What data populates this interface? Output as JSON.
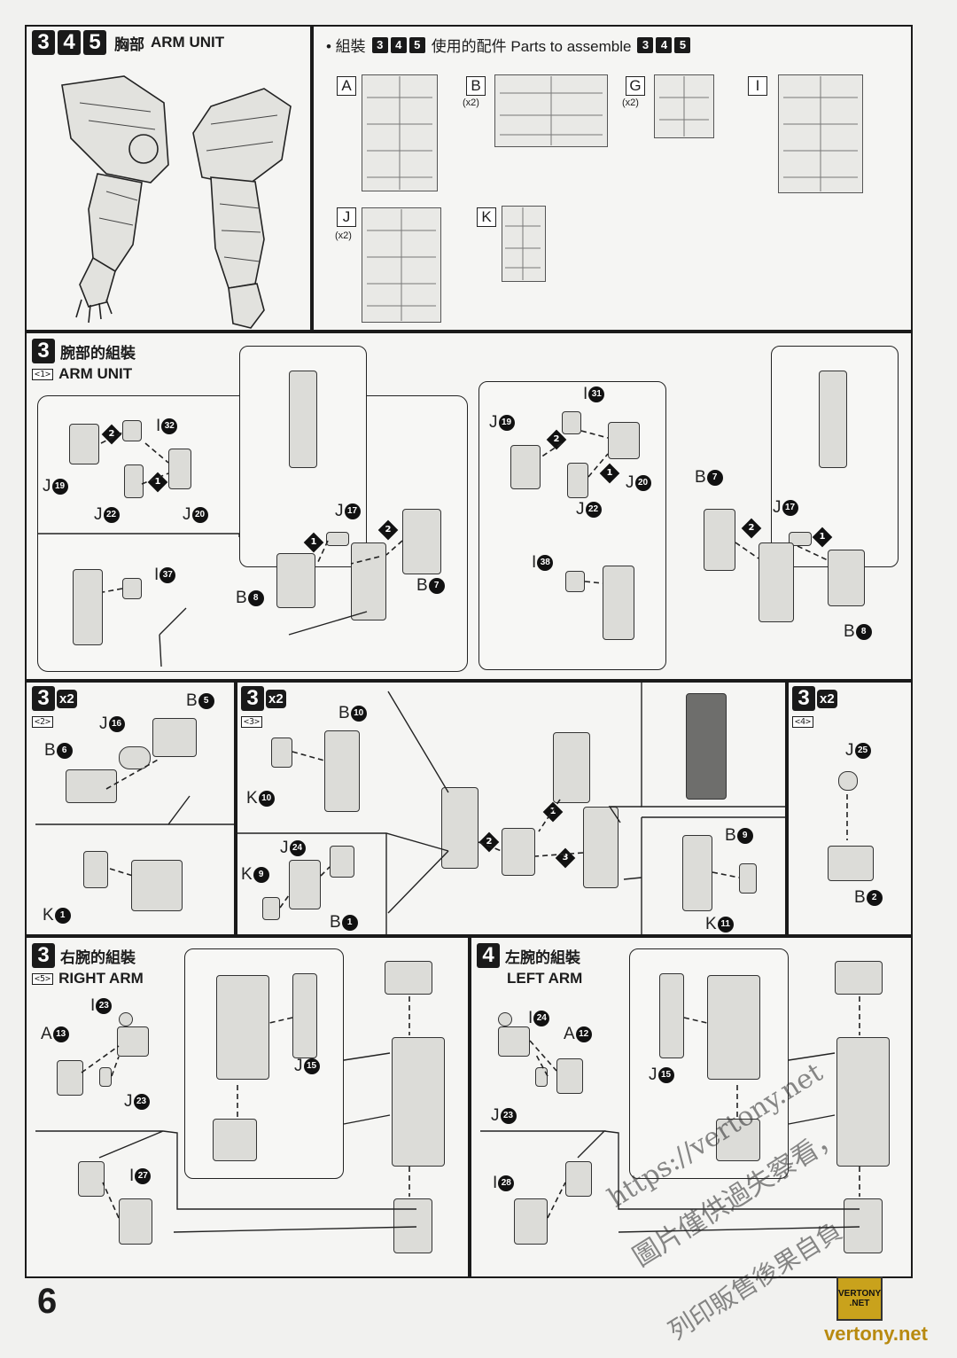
{
  "header_left": {
    "steps": [
      "3",
      "4",
      "5"
    ],
    "title_cn": "胸部",
    "title_en": "ARM UNIT"
  },
  "header_right": {
    "prefix": "• 組裝",
    "steps": [
      "3",
      "4",
      "5"
    ],
    "middle": "使用的配件 Parts to assemble",
    "steps2": [
      "3",
      "4",
      "5"
    ],
    "runners": [
      {
        "letter": "A",
        "qty": ""
      },
      {
        "letter": "B",
        "qty": "(x2)"
      },
      {
        "letter": "G",
        "qty": "(x2)"
      },
      {
        "letter": "I",
        "qty": ""
      },
      {
        "letter": "J",
        "qty": "(x2)"
      },
      {
        "letter": "K",
        "qty": ""
      }
    ]
  },
  "step3_main": {
    "step": "3",
    "title_cn": "腕部的組裝",
    "sub": "<1>",
    "title_en": "ARM UNIT",
    "left_labels": [
      "J",
      "I",
      "J",
      "J",
      "I",
      "J",
      "B",
      "B"
    ],
    "left_nums": [
      "19",
      "32",
      "22",
      "20",
      "37",
      "17",
      "8",
      "7"
    ],
    "right_labels": [
      "I",
      "J",
      "J",
      "J",
      "B",
      "J",
      "I",
      "B"
    ],
    "right_nums": [
      "31",
      "19",
      "20",
      "22",
      "7",
      "17",
      "38",
      "8"
    ],
    "diamonds": [
      "2",
      "1",
      "1",
      "2"
    ]
  },
  "step3_2": {
    "step": "3",
    "x2": "x2",
    "sub": "<2>",
    "labels": [
      "J",
      "B",
      "B",
      "K"
    ],
    "nums": [
      "16",
      "5",
      "6",
      "1"
    ]
  },
  "step3_3": {
    "step": "3",
    "x2": "x2",
    "sub": "<3>",
    "labels": [
      "B",
      "K",
      "J",
      "K",
      "B",
      "B",
      "K"
    ],
    "nums": [
      "10",
      "10",
      "24",
      "9",
      "1",
      "9",
      "11"
    ],
    "diamonds": [
      "1",
      "2",
      "3"
    ]
  },
  "step3_4": {
    "step": "3",
    "x2": "x2",
    "sub": "<4>",
    "labels": [
      "J",
      "B"
    ],
    "nums": [
      "25",
      "2"
    ]
  },
  "step3_5": {
    "step": "3",
    "title_cn": "右腕的組裝",
    "sub": "<5>",
    "title_en": "RIGHT ARM",
    "labels": [
      "I",
      "A",
      "J",
      "J",
      "I"
    ],
    "nums": [
      "23",
      "13",
      "15",
      "23",
      "27"
    ]
  },
  "step4": {
    "step": "4",
    "title_cn": "左腕的組裝",
    "title_en": "LEFT ARM",
    "labels": [
      "I",
      "A",
      "J",
      "J",
      "I"
    ],
    "nums": [
      "24",
      "12",
      "15",
      "23",
      "28"
    ]
  },
  "page_number": "6",
  "watermark": {
    "line1": "https://vertony.net",
    "line2": "圖片僅供過失察看，",
    "line3": "列印販售後果自負"
  },
  "logo": {
    "text": "VERTONY .NET",
    "site": "vertony.net"
  }
}
